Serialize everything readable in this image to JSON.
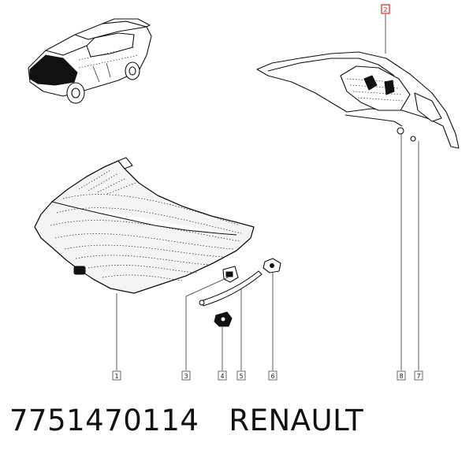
{
  "callouts": {
    "c1": "1",
    "c2": "2",
    "c3": "3",
    "c4": "4",
    "c5": "5",
    "c6": "6",
    "c7": "7",
    "c8": "8"
  },
  "footer": {
    "part_number": "7751470114",
    "brand": "RENAULT"
  },
  "colors": {
    "highlight": "#d0282e",
    "line": "#111111"
  }
}
